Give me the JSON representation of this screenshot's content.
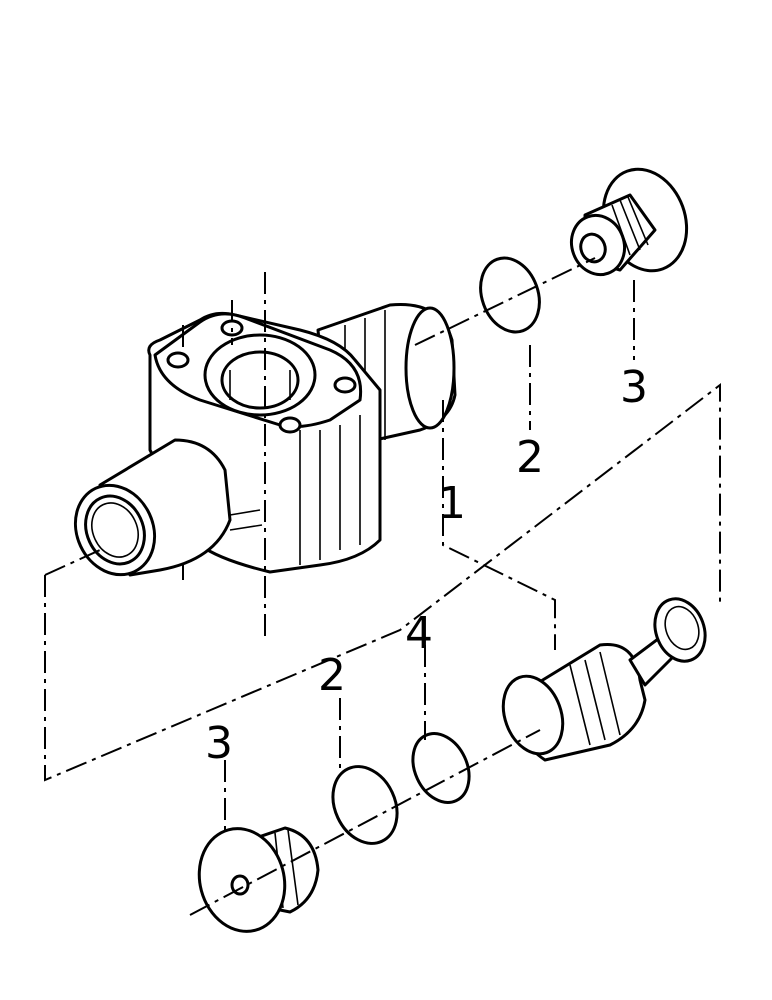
{
  "callouts": {
    "body_valve": "1",
    "oring_upper": "2",
    "plug_upper": "3",
    "oring_lower": "2",
    "spool_ring": "4",
    "plug_lower": "3"
  }
}
